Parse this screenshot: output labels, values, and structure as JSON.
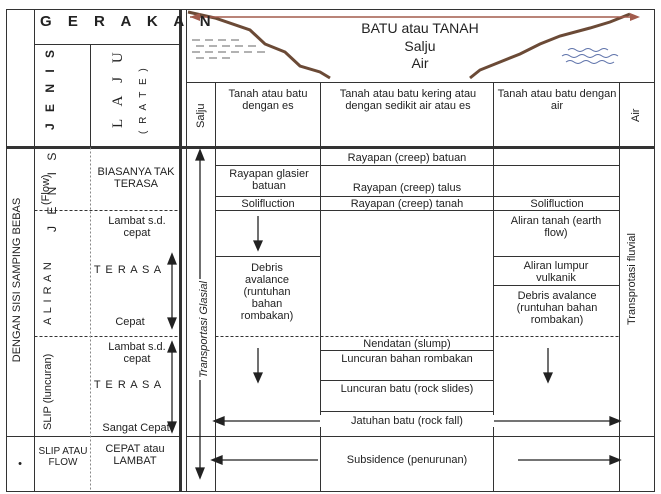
{
  "header": {
    "gerakan": "G E R A K A N",
    "jenis": "J E N I S",
    "laju": "L A J U",
    "rate": "( R A T E )",
    "material_title": "BATU atau TANAH",
    "salju": "Salju",
    "air": "Air"
  },
  "columns": {
    "salju": "Salju",
    "tanah_es": "Tanah atau batu dengan es",
    "kering": "Tanah atau batu kering atau dengan sedikit air atau es",
    "dengan_air": "Tanah atau batu dengan air",
    "air": "Air"
  },
  "left": {
    "dengan_sisi": "DENGAN SISI SAMPING BEBAS",
    "flow": "(Flow)",
    "aliran": "A L I R A N",
    "slip": "SLIP (luncuran)",
    "bullet": "•",
    "slip_atau_flow": "SLIP ATAU FLOW"
  },
  "rates": {
    "biasanya": "BIASANYA TAK TERASA",
    "lambat1": "Lambat s.d. cepat",
    "terasa1": "T E R A S A",
    "cepat": "Cepat",
    "lambat2": "Lambat s.d. cepat",
    "terasa2": "T E R A S A",
    "sangat_cepat": "Sangat Cepat",
    "cepat_atau_lambat": "CEPAT atau LAMBAT"
  },
  "cells": {
    "rayapan_batuan": "Rayapan (creep) batuan",
    "rayapan_glasier": "Rayapan glasier batuan",
    "rayapan_talus": "Rayapan (creep) talus",
    "solifluction1": "Solifluction",
    "rayapan_tanah": "Rayapan (creep) tanah",
    "solifluction2": "Solifluction",
    "aliran_tanah": "Aliran tanah (earth flow)",
    "debris1": "Debris avalance (runtuhan bahan rombakan)",
    "aliran_lumpur": "Aliran lumpur vulkanik",
    "debris2": "Debris avalance (runtuhan bahan rombakan)",
    "nendatan": "Nendatan (slump)",
    "luncuran_bahan": "Luncuran bahan rombakan",
    "luncuran_batu": "Luncuran batu (rock slides)",
    "jatuhan": "Jatuhan batu (rock fall)",
    "subsidence": "Subsidence (penurunan)",
    "transportasi_glasial": "Transportasi Glasial",
    "transprotasi_fluvial": "Transprotasi fluvial"
  }
}
